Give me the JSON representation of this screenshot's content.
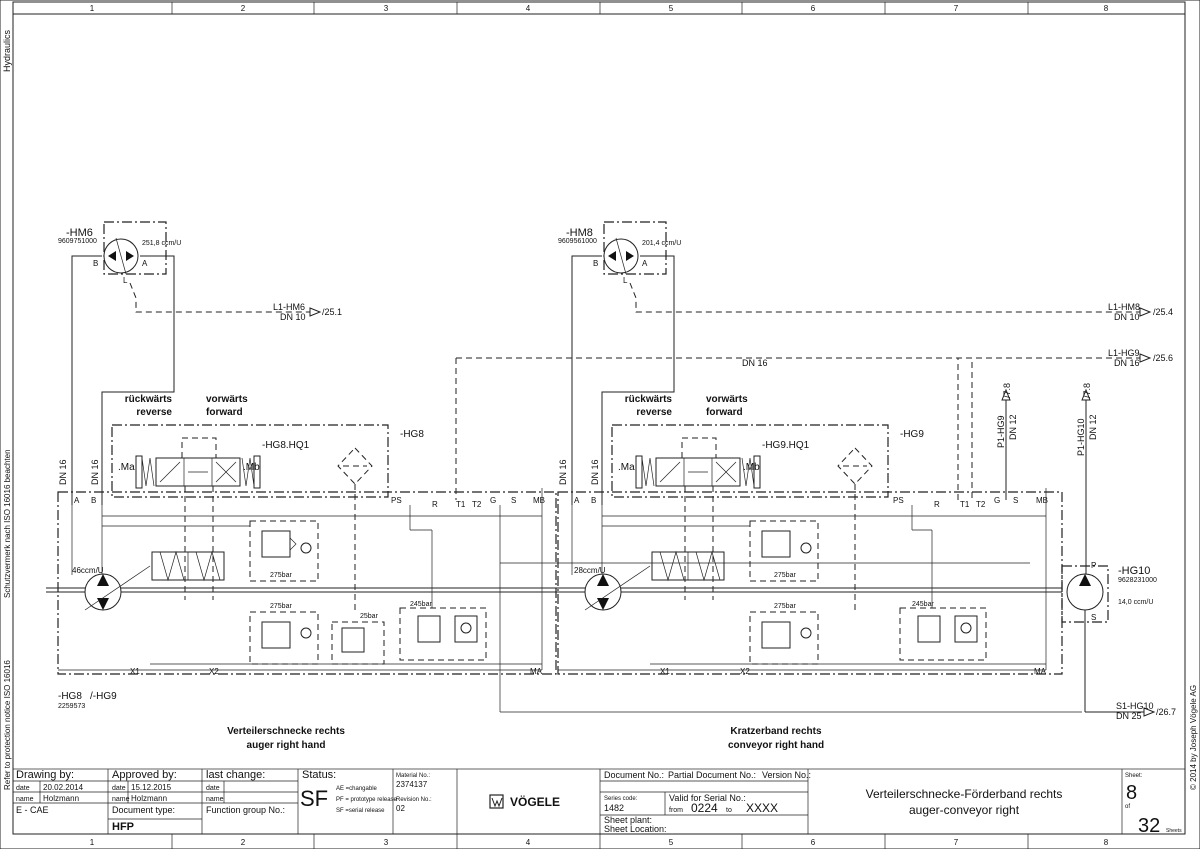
{
  "grid": {
    "columns": [
      "1",
      "2",
      "3",
      "4",
      "5",
      "6",
      "7",
      "8"
    ]
  },
  "side": {
    "hydraulics": "Hydraulics",
    "notice_de": "Schutzvermerk nach ISO 16016 beachten",
    "notice_en": "Refer to protection notice ISO 16016",
    "copyright": "© 2014 by Joseph Vögele AG"
  },
  "left_circuit": {
    "motor_tag": "-HM6",
    "motor_part": "9609751000",
    "motor_disp": "251,8 ccm/U",
    "port_b": "B",
    "port_a": "A",
    "port_l": "L",
    "leak_line": "L1-HM6",
    "leak_dn": "DN 10",
    "leak_ref": "/25.1",
    "dn16a": "DN 16",
    "dn16b": "DN 16",
    "rev_de": "rückwärts",
    "rev_en": "reverse",
    "fwd_de": "vorwärts",
    "fwd_en": "forward",
    "valve_tag": "-HG8.HQ1",
    "block_tag": "-HG8",
    "ma": ".Ma",
    "mb": ".Mb",
    "ports": [
      "A",
      "B",
      "PS",
      "R",
      "T1",
      "T2",
      "G",
      "S",
      "MB",
      "X1",
      "X2",
      "MA"
    ],
    "pump_disp": "46ccm/U",
    "relief1": "275bar",
    "relief2": "275bar",
    "relief3": "25bar",
    "relief4": "245bar",
    "pump_tag": "-HG8",
    "pump_tag2": "/-HG9",
    "pump_part": "2259573",
    "title_de": "Verteilerschnecke rechts",
    "title_en": "auger right hand"
  },
  "right_circuit": {
    "motor_tag": "-HM8",
    "motor_part": "9609561000",
    "motor_disp": "201,4 ccm/U",
    "port_b": "B",
    "port_a": "A",
    "port_l": "L",
    "leak_line": "L1-HM8",
    "leak_dn": "DN 10",
    "leak_ref": "/25.4",
    "leak2_line": "L1-HG9",
    "leak2_dn": "DN 16",
    "leak2_ref": "/25.6",
    "mid_dn": "DN 16",
    "dn16a": "DN 16",
    "dn16b": "DN 16",
    "rev_de": "rückwärts",
    "rev_en": "reverse",
    "fwd_de": "vorwärts",
    "fwd_en": "forward",
    "valve_tag": "-HG9.HQ1",
    "block_tag": "-HG9",
    "ma": ".Ma",
    "mb": ".Mb",
    "pump_disp": "28ccm/U",
    "relief1": "275bar",
    "relief2": "275bar",
    "relief4": "245bar",
    "title_de": "Kratzerband rechts",
    "title_en": "conveyor right hand"
  },
  "feed": {
    "p1hg9": "P1-HG9",
    "p1hg9_dn": "DN 12",
    "p1hg9_ref": "/7.8",
    "p1hg10": "P1-HG10",
    "p1hg10_dn": "DN 12",
    "p1hg10_ref": "/7.8",
    "hg10_tag": "-HG10",
    "hg10_part": "9628231000",
    "hg10_disp": "14,0 ccm/U",
    "port_p": "P",
    "port_s": "S",
    "s1_line": "S1-HG10",
    "s1_dn": "DN 25",
    "s1_ref": "/26.7"
  },
  "title_block": {
    "drawing_by": "Drawing by:",
    "approved_by": "Approved by:",
    "last_change": "last change:",
    "date_lbl": "date",
    "name_lbl": "name",
    "draw_date": "20.02.2014",
    "draw_name": "Holzmann",
    "appr_date": "15.12.2015",
    "appr_name": "Holzmann",
    "dept": "E - CAE",
    "doc_type_lbl": "Document type:",
    "doc_type": "HFP",
    "func_group_lbl": "Function group No.:",
    "status_lbl": "Status:",
    "status": "SF",
    "ae": "AE =changable",
    "pf": "PF = prototype release",
    "sf": "SF =serial release",
    "material_lbl": "Material No.:",
    "material": "2374137",
    "revision_lbl": "Revision No.:",
    "revision": "02",
    "brand": "VÖGELE",
    "doc_no_lbl": "Document No.:",
    "partial_lbl": "Partial Document No.:",
    "version_lbl": "Version No.:",
    "series_lbl": "Series code:",
    "series": "1482",
    "valid_lbl": "Valid for Serial No.:",
    "from_lbl": "from",
    "from": "0224",
    "to_lbl": "to",
    "to": "XXXX",
    "plant_lbl": "Sheet plant:",
    "location_lbl": "Sheet Location:",
    "title_de": "Verteilerschnecke-Förderband rechts",
    "title_en": "auger-conveyor right",
    "sheet_lbl": "Sheet:",
    "sheet": "8",
    "of_lbl": "of",
    "sheets": "32",
    "sheets_lbl": "Sheets"
  }
}
